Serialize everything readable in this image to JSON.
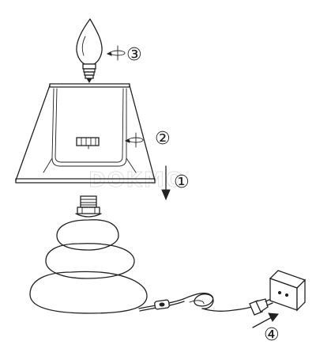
{
  "steps": {
    "one": "①",
    "two": "②",
    "three": "③",
    "four": "④"
  },
  "watermark": "DOKMO",
  "colors": {
    "line": "#222222",
    "background": "#ffffff",
    "watermark": "#d9d9d9"
  }
}
